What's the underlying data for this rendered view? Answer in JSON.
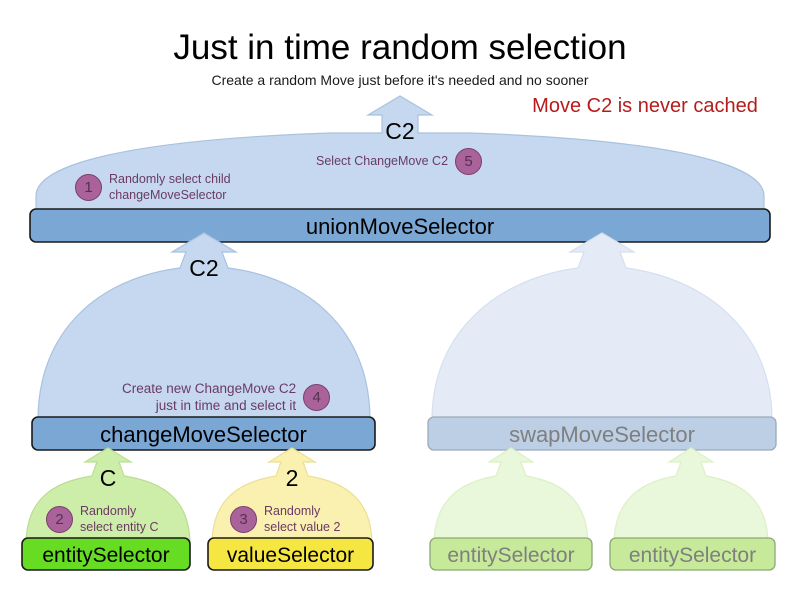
{
  "header": {
    "title": "Just in time random selection",
    "subtitle": "Create a random Move just before it's needed and no sooner",
    "note": "Move C2 is never cached",
    "note_color": "#b81b1b"
  },
  "palette": {
    "arch_blue_fill": "#c5d8ef",
    "arch_blue_stroke": "#a9c2e0",
    "arch_blue_faded_fill": "#e4ebf6",
    "arch_green_fill": "#cdeea9",
    "arch_green_faded_fill": "#e9f7da",
    "arch_yellow_fill": "#faf0b0",
    "box_blue_fill": "#7ba7d4",
    "box_blue_faded_fill": "#bccfe4",
    "box_green_fill": "#66dd22",
    "box_yellow_fill": "#f5e642",
    "box_green_faded_fill": "#c6ea9a",
    "badge_fill": "#a9639a",
    "badge_stroke": "#7a3f6d",
    "annotation_text": "#6b3a63",
    "faded_text": "#7f7f7f"
  },
  "nodes": [
    {
      "id": "unionMoveSelector",
      "label": "unionMoveSelector",
      "faded": false,
      "output_label": "C2"
    },
    {
      "id": "changeMoveSelector",
      "label": "changeMoveSelector",
      "faded": false,
      "output_label": "C2"
    },
    {
      "id": "swapMoveSelector",
      "label": "swapMoveSelector",
      "faded": true,
      "output_label": ""
    },
    {
      "id": "entitySelector",
      "label": "entitySelector",
      "faded": false,
      "output_label": "C"
    },
    {
      "id": "valueSelector",
      "label": "valueSelector",
      "faded": false,
      "output_label": "2"
    },
    {
      "id": "entitySelectorSwapLeft",
      "label": "entitySelector",
      "faded": true,
      "output_label": ""
    },
    {
      "id": "entitySelectorSwapRight",
      "label": "entitySelector",
      "faded": true,
      "output_label": ""
    }
  ],
  "annotations": [
    {
      "number": "1",
      "lines": [
        "Randomly select child",
        "changeMoveSelector"
      ]
    },
    {
      "number": "2",
      "lines": [
        "Randomly",
        "select entity C"
      ]
    },
    {
      "number": "3",
      "lines": [
        "Randomly",
        "select value 2"
      ]
    },
    {
      "number": "4",
      "lines": [
        "Create new ChangeMove C2",
        "just in time and select it"
      ]
    },
    {
      "number": "5",
      "lines": [
        "Select ChangeMove C2"
      ]
    }
  ]
}
